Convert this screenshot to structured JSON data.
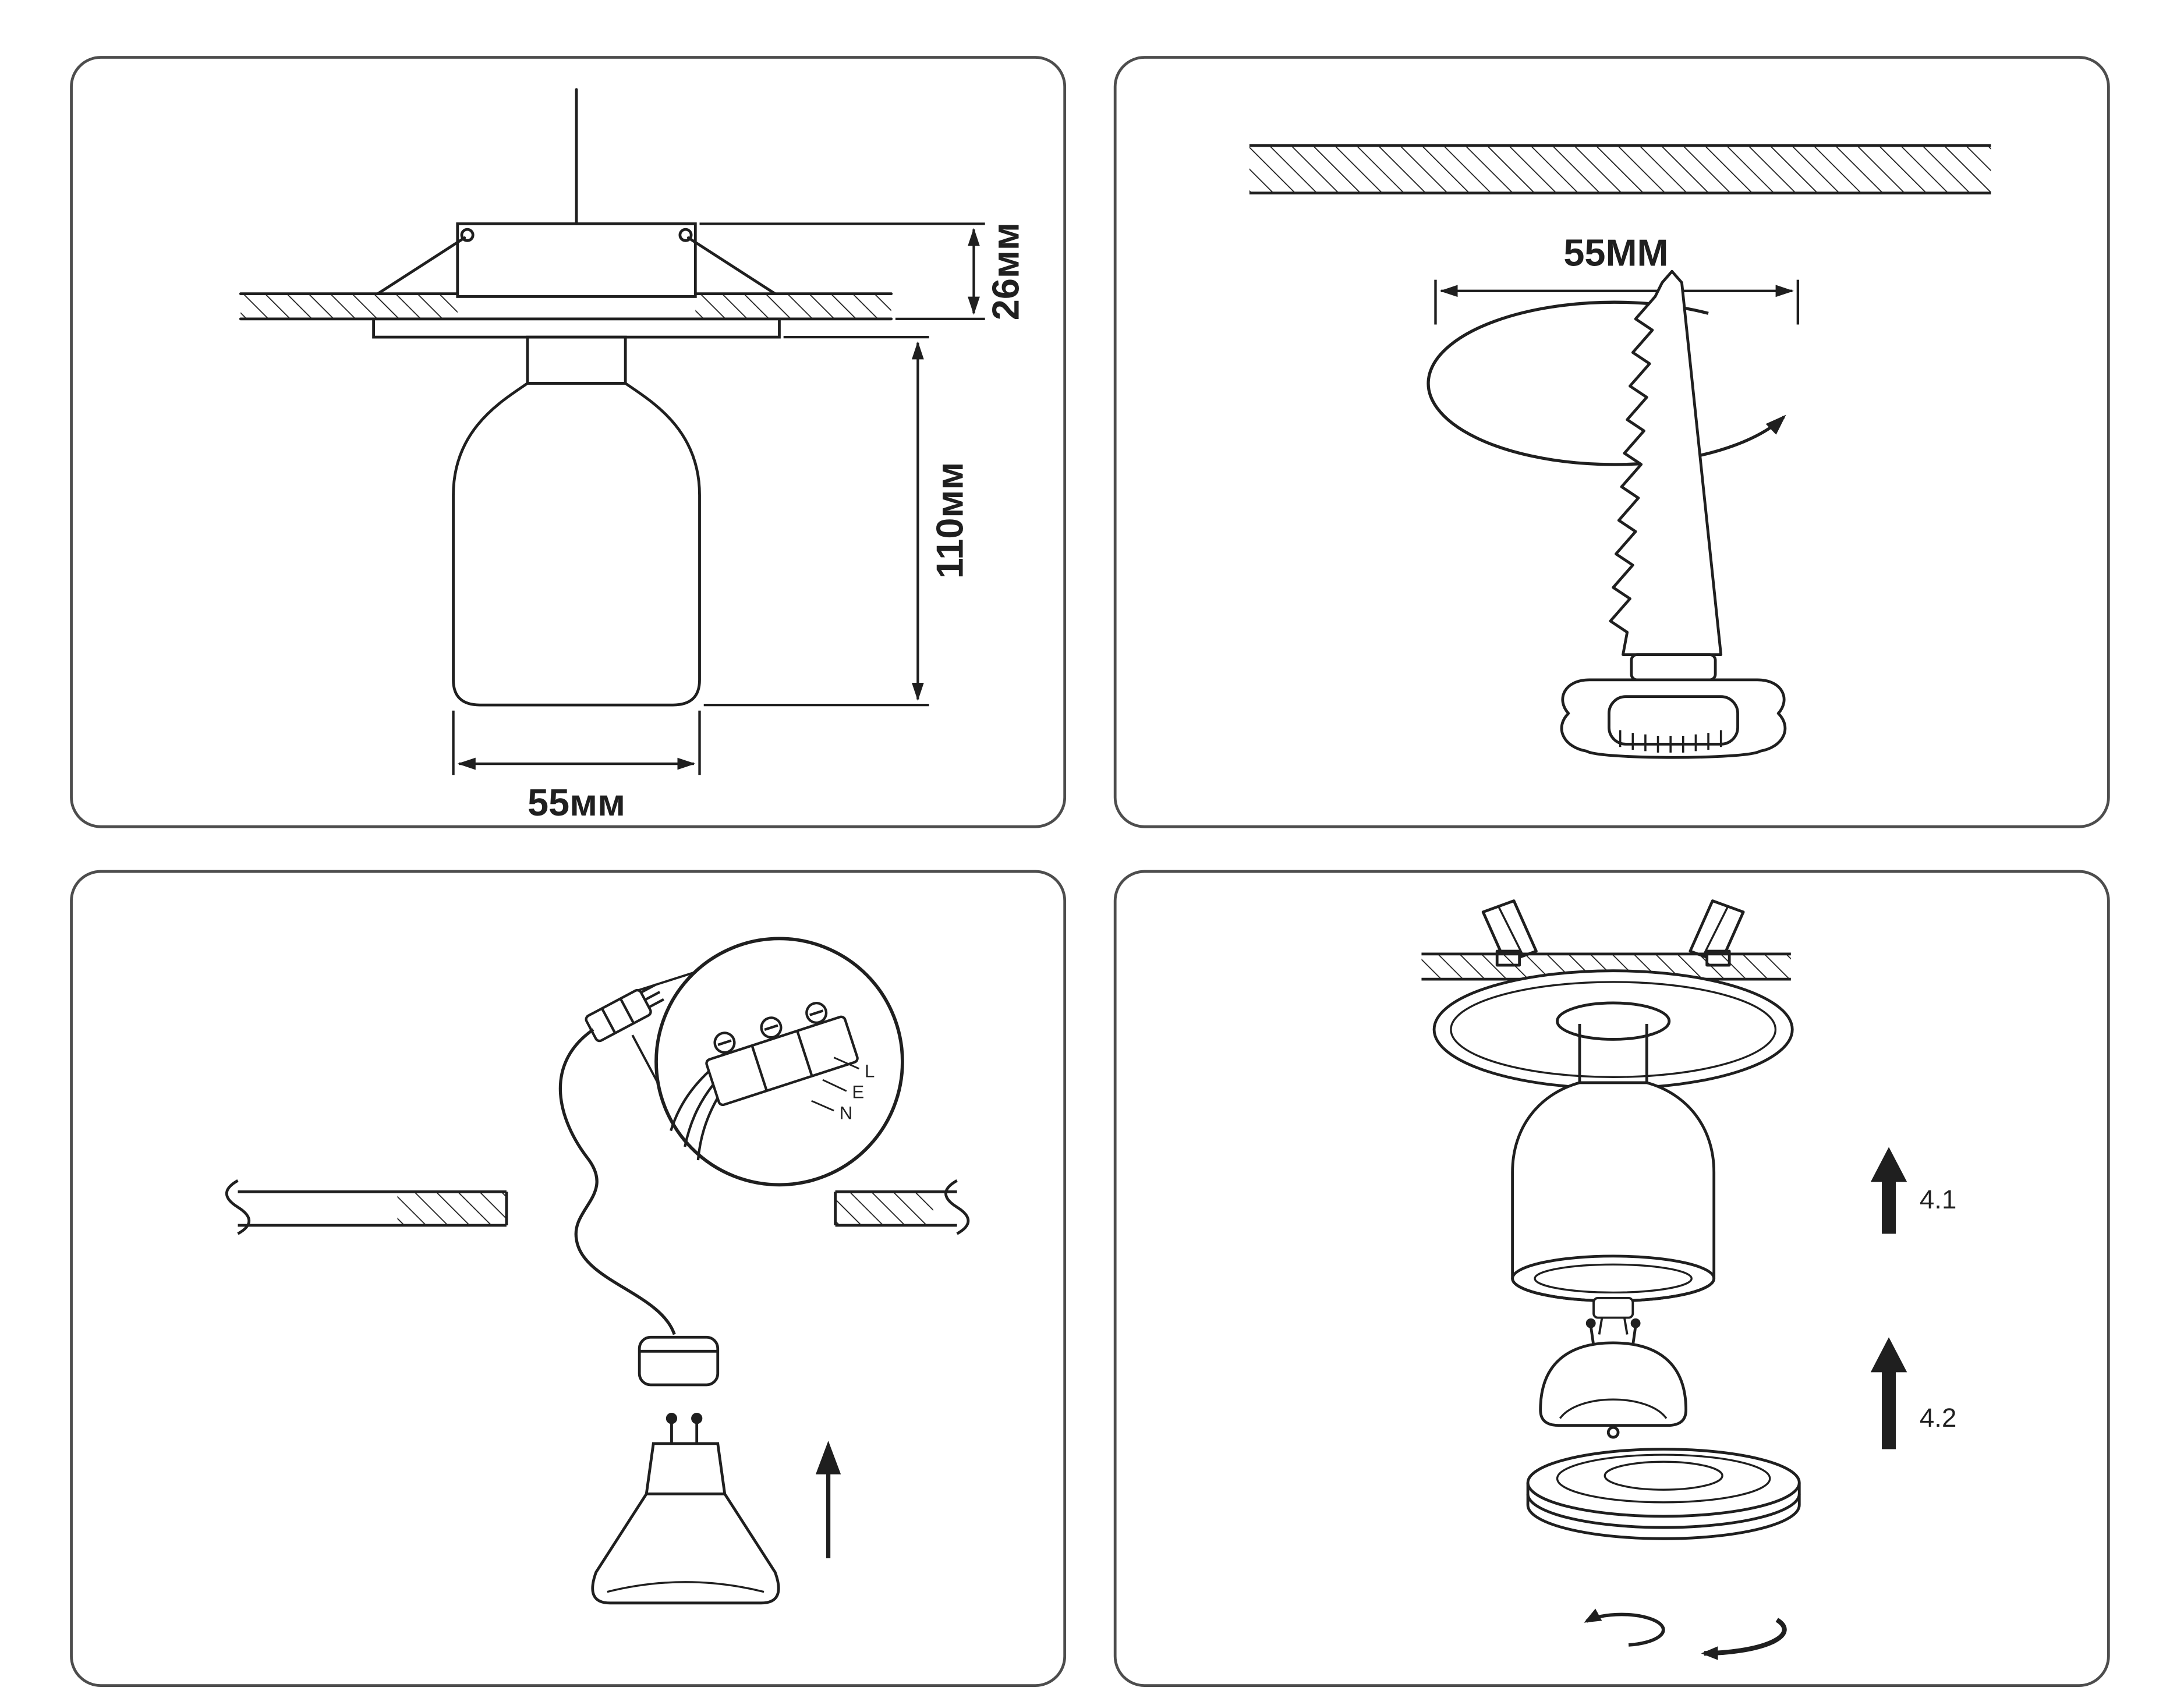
{
  "colors": {
    "ink": "#1f1f1f",
    "panel_border": "#4d4d4d",
    "background": "#ffffff"
  },
  "panels": {
    "dimensions": {
      "recess_height_label": "26мм",
      "body_height_label": "110мм",
      "body_width_label": "55мм"
    },
    "cutout": {
      "hole_diameter_label": "55MM"
    },
    "wiring": {
      "terminal_live_label": "L",
      "terminal_earth_label": "E",
      "terminal_neutral_label": "N"
    },
    "assembly": {
      "step_one_label": "4.1",
      "step_two_label": "4.2"
    }
  }
}
